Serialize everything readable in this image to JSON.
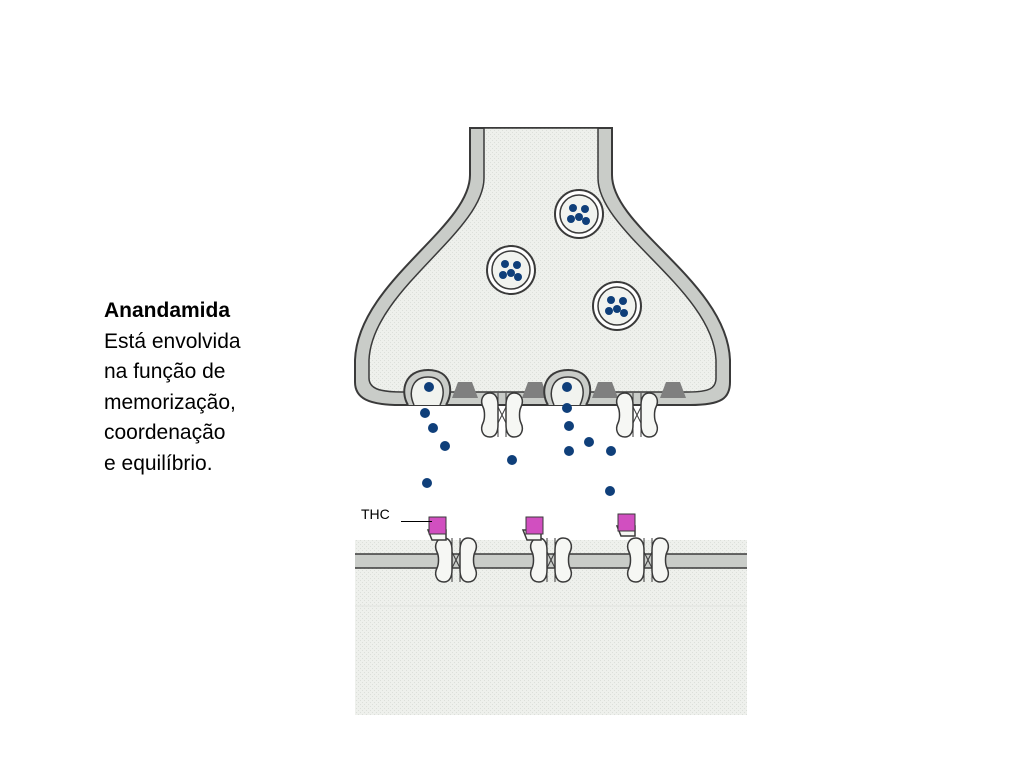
{
  "caption": {
    "title": "Anandamida",
    "lines": [
      "Está envolvida",
      "na função de",
      "memorização,",
      "coordenação",
      "e equilíbrio."
    ]
  },
  "labels": {
    "thc": "THC"
  },
  "colors": {
    "neuron_fill": "#f1f3ef",
    "membrane_fill": "#c9ccc8",
    "outline": "#3a3a3a",
    "neurotransmitter": "#0f3f7a",
    "thc": "#d14fc0",
    "pump": "#7f7f7f"
  }
}
